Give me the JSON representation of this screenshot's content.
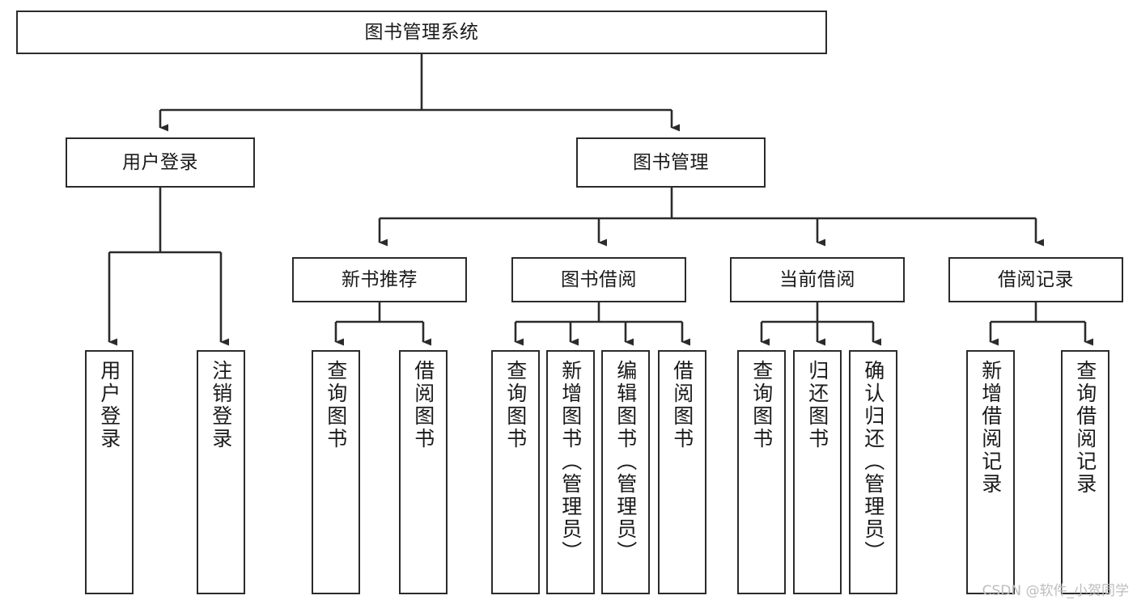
{
  "diagram": {
    "type": "tree-hierarchy-chart",
    "title": "图书管理系统",
    "orientation": "top-down",
    "colors": {
      "box_border": "#2b2b2b",
      "box_fill": "#ffffff",
      "connector": "#2b2b2b",
      "text": "#1a1a1a",
      "watermark": "#bdbdbd"
    },
    "root": {
      "label": "图书管理系统"
    },
    "level2": [
      {
        "label": "用户登录"
      },
      {
        "label": "图书管理"
      }
    ],
    "level3": [
      {
        "label": "新书推荐"
      },
      {
        "label": "图书借阅"
      },
      {
        "label": "当前借阅"
      },
      {
        "label": "借阅记录"
      }
    ],
    "leaves": {
      "user_login": [
        {
          "label": "用户登录"
        },
        {
          "label": "注销登录"
        }
      ],
      "new_book_recommend": [
        {
          "label": "查询图书"
        },
        {
          "label": "借阅图书"
        }
      ],
      "book_borrow": [
        {
          "label": "查询图书"
        },
        {
          "label": "新增图书（管理员）"
        },
        {
          "label": "编辑图书（管理员）"
        },
        {
          "label": "借阅图书"
        }
      ],
      "current_borrow": [
        {
          "label": "查询图书"
        },
        {
          "label": "归还图书"
        },
        {
          "label": "确认归还（管理员）"
        }
      ],
      "borrow_record": [
        {
          "label": "新增借阅记录"
        },
        {
          "label": "查询借阅记录"
        }
      ]
    }
  },
  "watermark": {
    "text": "CSDN @软件_小贺同学"
  }
}
